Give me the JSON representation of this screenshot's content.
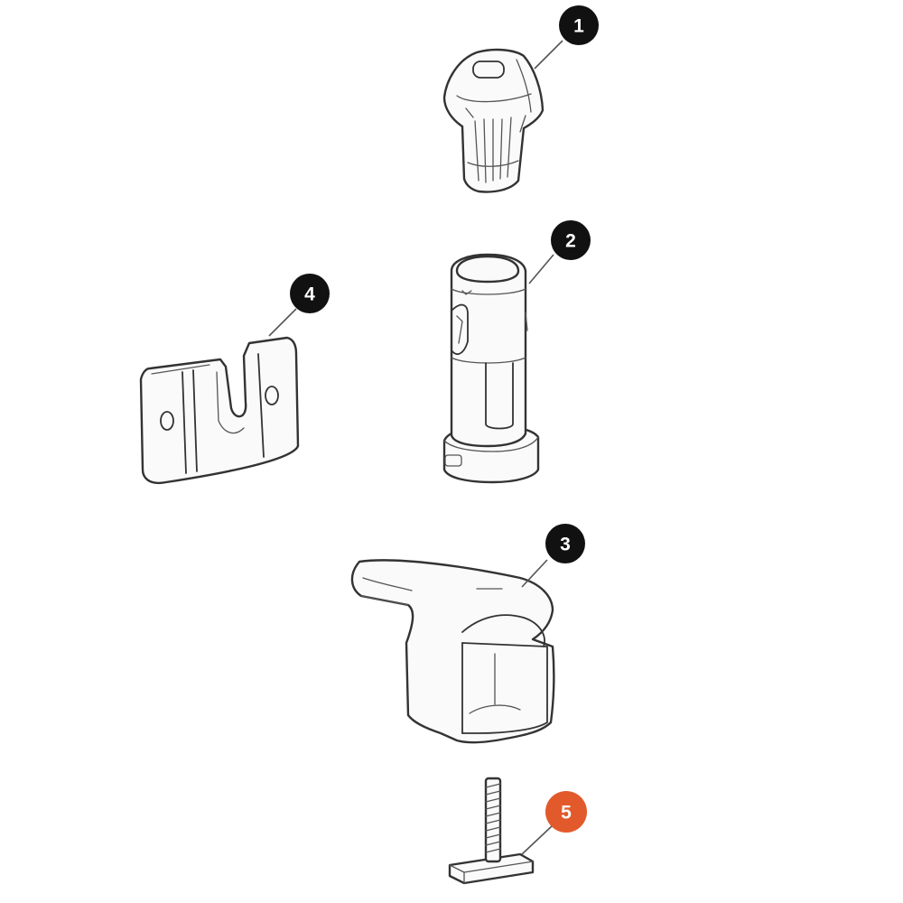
{
  "colors": {
    "badge_default": "#111111",
    "badge_highlight": "#e25a2b",
    "outline": "#333333",
    "fill": "#fafafa"
  },
  "callouts": [
    {
      "id": "1",
      "label": "1",
      "highlighted": false
    },
    {
      "id": "2",
      "label": "2",
      "highlighted": false
    },
    {
      "id": "3",
      "label": "3",
      "highlighted": false
    },
    {
      "id": "4",
      "label": "4",
      "highlighted": false
    },
    {
      "id": "5",
      "label": "5",
      "highlighted": true
    }
  ]
}
